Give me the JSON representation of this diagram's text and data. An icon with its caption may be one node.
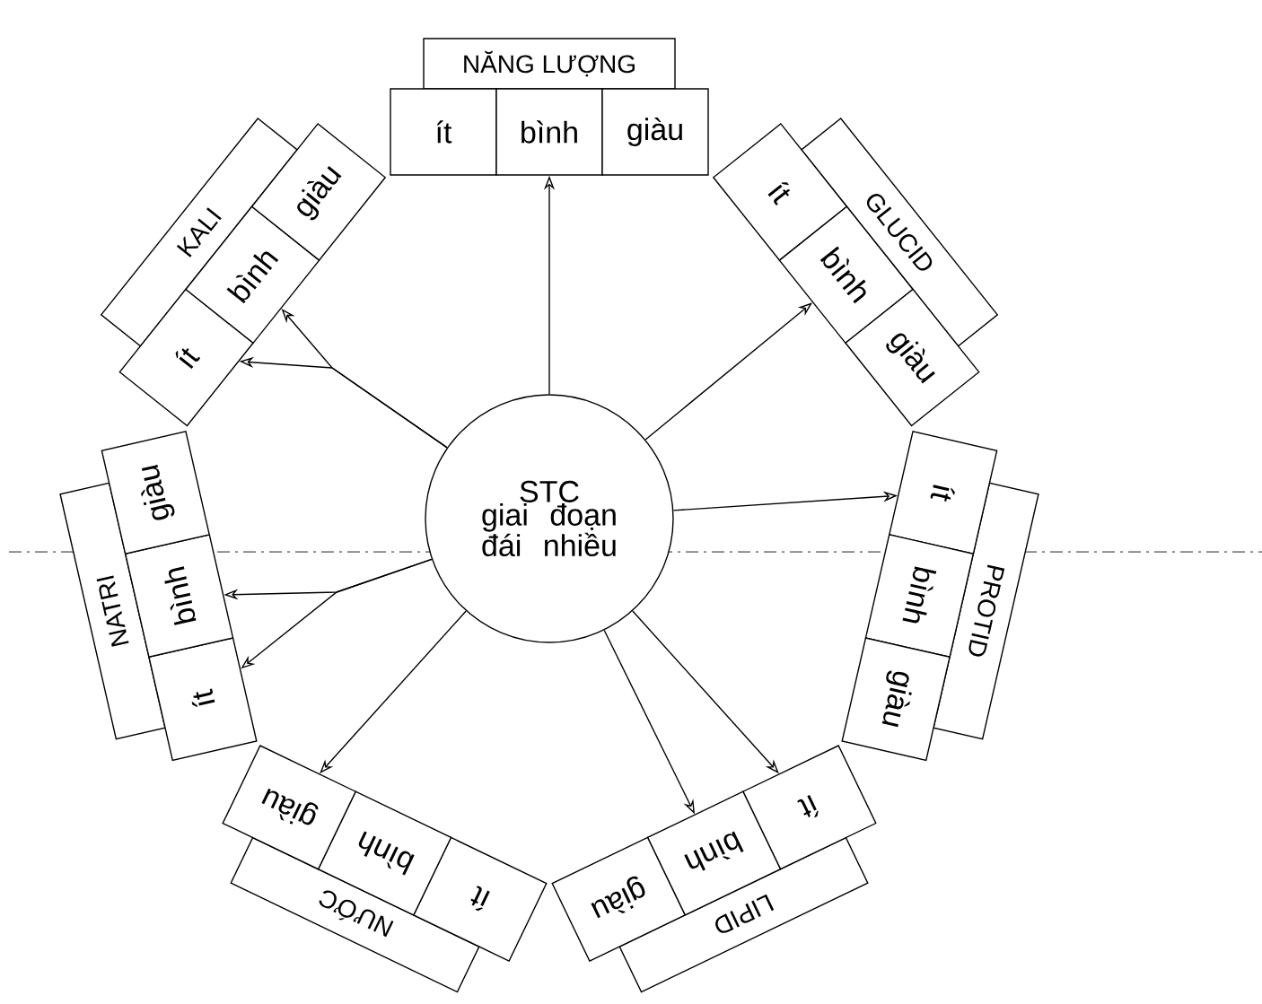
{
  "diagram": {
    "nodes": [
      {
        "text": [
          "STC",
          "giai đoạn đái nhiều"
        ]
      },
      {
        "text": [
          "NĂNG LƯỢNG"
        ]
      },
      {
        "text": [
          "ít"
        ]
      },
      {
        "text": [
          "bình"
        ]
      },
      {
        "text": [
          "giàu"
        ]
      },
      {
        "text": [
          "GLUCID"
        ]
      },
      {
        "text": [
          "ít"
        ]
      },
      {
        "text": [
          "bình"
        ]
      },
      {
        "text": [
          "giàu"
        ]
      },
      {
        "text": [
          "PROTID"
        ]
      },
      {
        "text": [
          "ít"
        ]
      },
      {
        "text": [
          "bình"
        ]
      },
      {
        "text": [
          "giàu"
        ]
      },
      {
        "text": [
          "LIPID"
        ]
      },
      {
        "text": [
          "ít"
        ]
      },
      {
        "text": [
          "bình"
        ]
      },
      {
        "text": [
          "giàu"
        ]
      },
      {
        "text": [
          "NƯỚC"
        ]
      },
      {
        "text": [
          "ít"
        ]
      },
      {
        "text": [
          "bình"
        ]
      },
      {
        "text": [
          "giàu"
        ]
      },
      {
        "text": [
          "NATRI"
        ]
      },
      {
        "text": [
          "ít"
        ]
      },
      {
        "text": [
          "bình"
        ]
      },
      {
        "text": [
          "giàu"
        ]
      },
      {
        "text": [
          "KALI"
        ]
      },
      {
        "text": [
          "ít"
        ]
      },
      {
        "text": [
          "bình"
        ]
      },
      {
        "text": [
          "giàu"
        ]
      }
    ],
    "edges": [
      {
        "from": 0,
        "to": 3,
        "arrow": "to"
      },
      {
        "from": 0,
        "to": 7,
        "arrow": "to"
      },
      {
        "from": 0,
        "to": 10,
        "arrow": "to"
      },
      {
        "from": 0,
        "to": 14,
        "arrow": "to"
      },
      {
        "from": 0,
        "to": 15,
        "arrow": "to"
      },
      {
        "from": 0,
        "to": 20,
        "arrow": "to"
      },
      {
        "from": 0,
        "to": 23,
        "arrow": "to"
      },
      {
        "from": 0,
        "to": 22,
        "arrow": "to"
      },
      {
        "from": 0,
        "to": 26,
        "arrow": "to"
      },
      {
        "from": 0,
        "to": 27,
        "arrow": "to"
      }
    ]
  }
}
